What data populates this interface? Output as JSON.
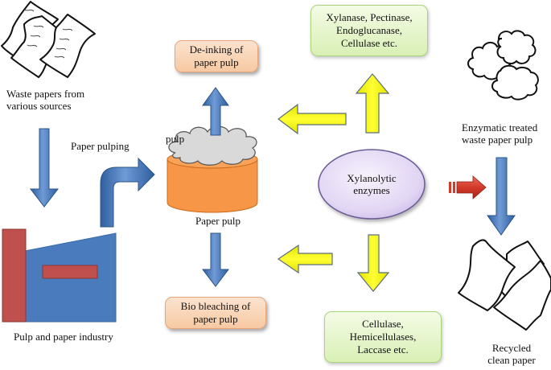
{
  "diagram": {
    "nodes": {
      "waste_papers": {
        "lines": [
          "Waste papers  from",
          "various  sources"
        ]
      },
      "pulp_industry": {
        "label": "Pulp and paper industry"
      },
      "paper_pulping": {
        "label": "Paper pulping"
      },
      "pulp_top": {
        "label": "pulp"
      },
      "paper_pulp": {
        "label": "Paper pulp"
      },
      "deinking": {
        "lines": [
          "De-inking  of",
          "paper pulp"
        ]
      },
      "biobleaching": {
        "lines": [
          "Bio  bleaching  of",
          "paper pulp"
        ]
      },
      "xylanolytic": {
        "lines": [
          "Xylanolytic",
          "enzymes"
        ]
      },
      "enzymes_top": {
        "lines": [
          "Xylanase,  Pectinase,",
          "Endoglucanase,",
          "Cellulase  etc."
        ]
      },
      "enzymes_bottom": {
        "lines": [
          "Cellulase,",
          "Hemicellulases,",
          "Laccase etc."
        ]
      },
      "enzymatic_treated": {
        "lines": [
          "Enzymatic  treated",
          "waste paper pulp"
        ]
      },
      "recycled": {
        "lines": [
          "Recycled",
          "clean paper"
        ]
      }
    },
    "edges": [
      {
        "from": "waste_papers",
        "to": "pulp_industry",
        "style": "blue-arrow"
      },
      {
        "from": "pulp_industry",
        "to": "paper_pulp",
        "style": "blue-bent-arrow",
        "label": "Paper pulping"
      },
      {
        "from": "paper_pulp",
        "to": "deinking",
        "style": "blue-arrow"
      },
      {
        "from": "paper_pulp",
        "to": "biobleaching",
        "style": "blue-arrow"
      },
      {
        "from": "xylanolytic",
        "to": "enzymes_top",
        "style": "yellow-arrow"
      },
      {
        "from": "xylanolytic",
        "to": "enzymes_bottom",
        "style": "yellow-arrow"
      },
      {
        "from": "enzymes_top",
        "to": "paper_pulp",
        "style": "yellow-arrow"
      },
      {
        "from": "enzymes_bottom",
        "to": "paper_pulp",
        "style": "yellow-arrow"
      },
      {
        "from": "xylanolytic",
        "to": "enzymatic_treated",
        "style": "red-arrow"
      },
      {
        "from": "enzymatic_treated",
        "to": "recycled",
        "style": "blue-arrow"
      }
    ],
    "colors": {
      "blue_arrow": "#4a7bbd",
      "yellow_arrow": "#ffff00",
      "red_arrow": "#d23a2a",
      "factory_blue": "#4a7bbd",
      "factory_red": "#c0504d",
      "pulp_orange": "#f79646",
      "cloud_gray": "#d9d9d9",
      "ellipse_lavender": "#e6dcf5",
      "box_orange": "#fbd5b5",
      "box_green": "#e3f3c8"
    }
  }
}
